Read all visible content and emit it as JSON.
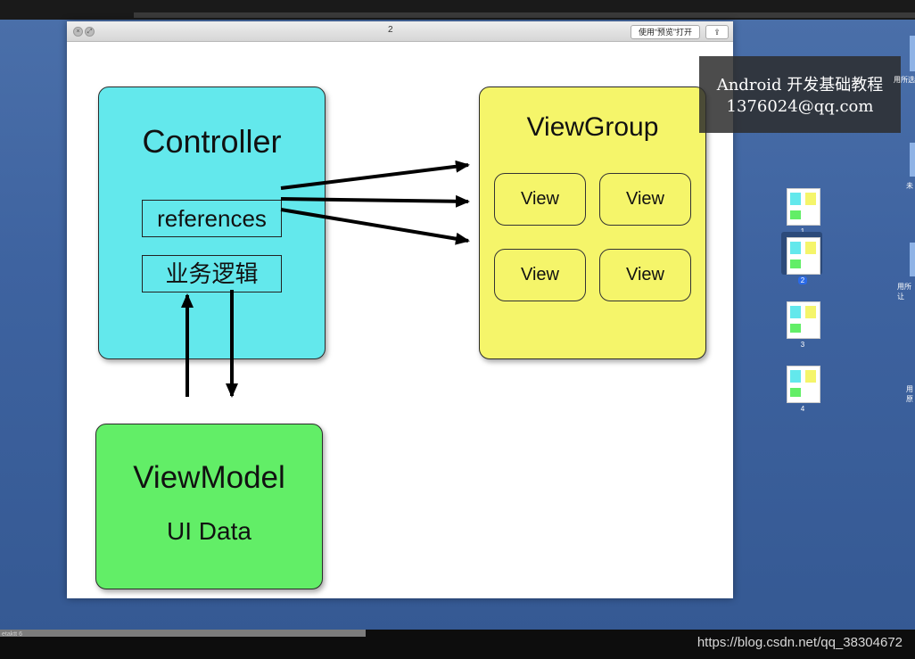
{
  "window": {
    "title": "2",
    "open_with_preview_label": "使用“预览”打开",
    "share_icon": "share-icon",
    "close_icon": "close-icon",
    "minimize_icon": "minimize-icon"
  },
  "diagram": {
    "controller": {
      "title": "Controller",
      "references_label": "references",
      "business_logic_label": "业务逻辑"
    },
    "viewgroup": {
      "title": "ViewGroup",
      "views": [
        "View",
        "View",
        "View",
        "View"
      ]
    },
    "viewmodel": {
      "title": "ViewModel",
      "subtitle": "UI Data"
    }
  },
  "watermark": {
    "course": "Android 开发基础教程",
    "email": "1376024@qq.com"
  },
  "thumbnails": {
    "pages": [
      "1",
      "2",
      "3",
      "4"
    ],
    "selected_page": "2",
    "pdf_icon": "pdf-thumbnail-icon"
  },
  "desktop_labels": {
    "label1": "用所选",
    "label2": "未",
    "label3": "用所让",
    "label4": "用原"
  },
  "footer": {
    "url": "https://blog.csdn.net/qq_38304672",
    "taskbar_text": "etaktt 6"
  },
  "colors": {
    "controller": "#63e8ec",
    "viewgroup": "#f5f56a",
    "viewmodel": "#62ee67"
  }
}
